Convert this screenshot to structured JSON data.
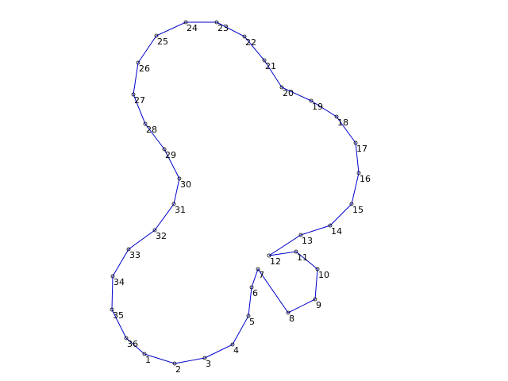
{
  "diagram": {
    "line_color": "#0000cc",
    "marker_color": "#000000",
    "labels": [
      "1",
      "2",
      "3",
      "4",
      "5",
      "6",
      "7",
      "8",
      "9",
      "10",
      "11",
      "12",
      "13",
      "14",
      "15",
      "16",
      "17",
      "18",
      "19",
      "20",
      "21",
      "22",
      "23",
      "24",
      "25",
      "26",
      "27",
      "28",
      "29",
      "30",
      "31",
      "32",
      "33",
      "34",
      "35",
      "36"
    ]
  }
}
